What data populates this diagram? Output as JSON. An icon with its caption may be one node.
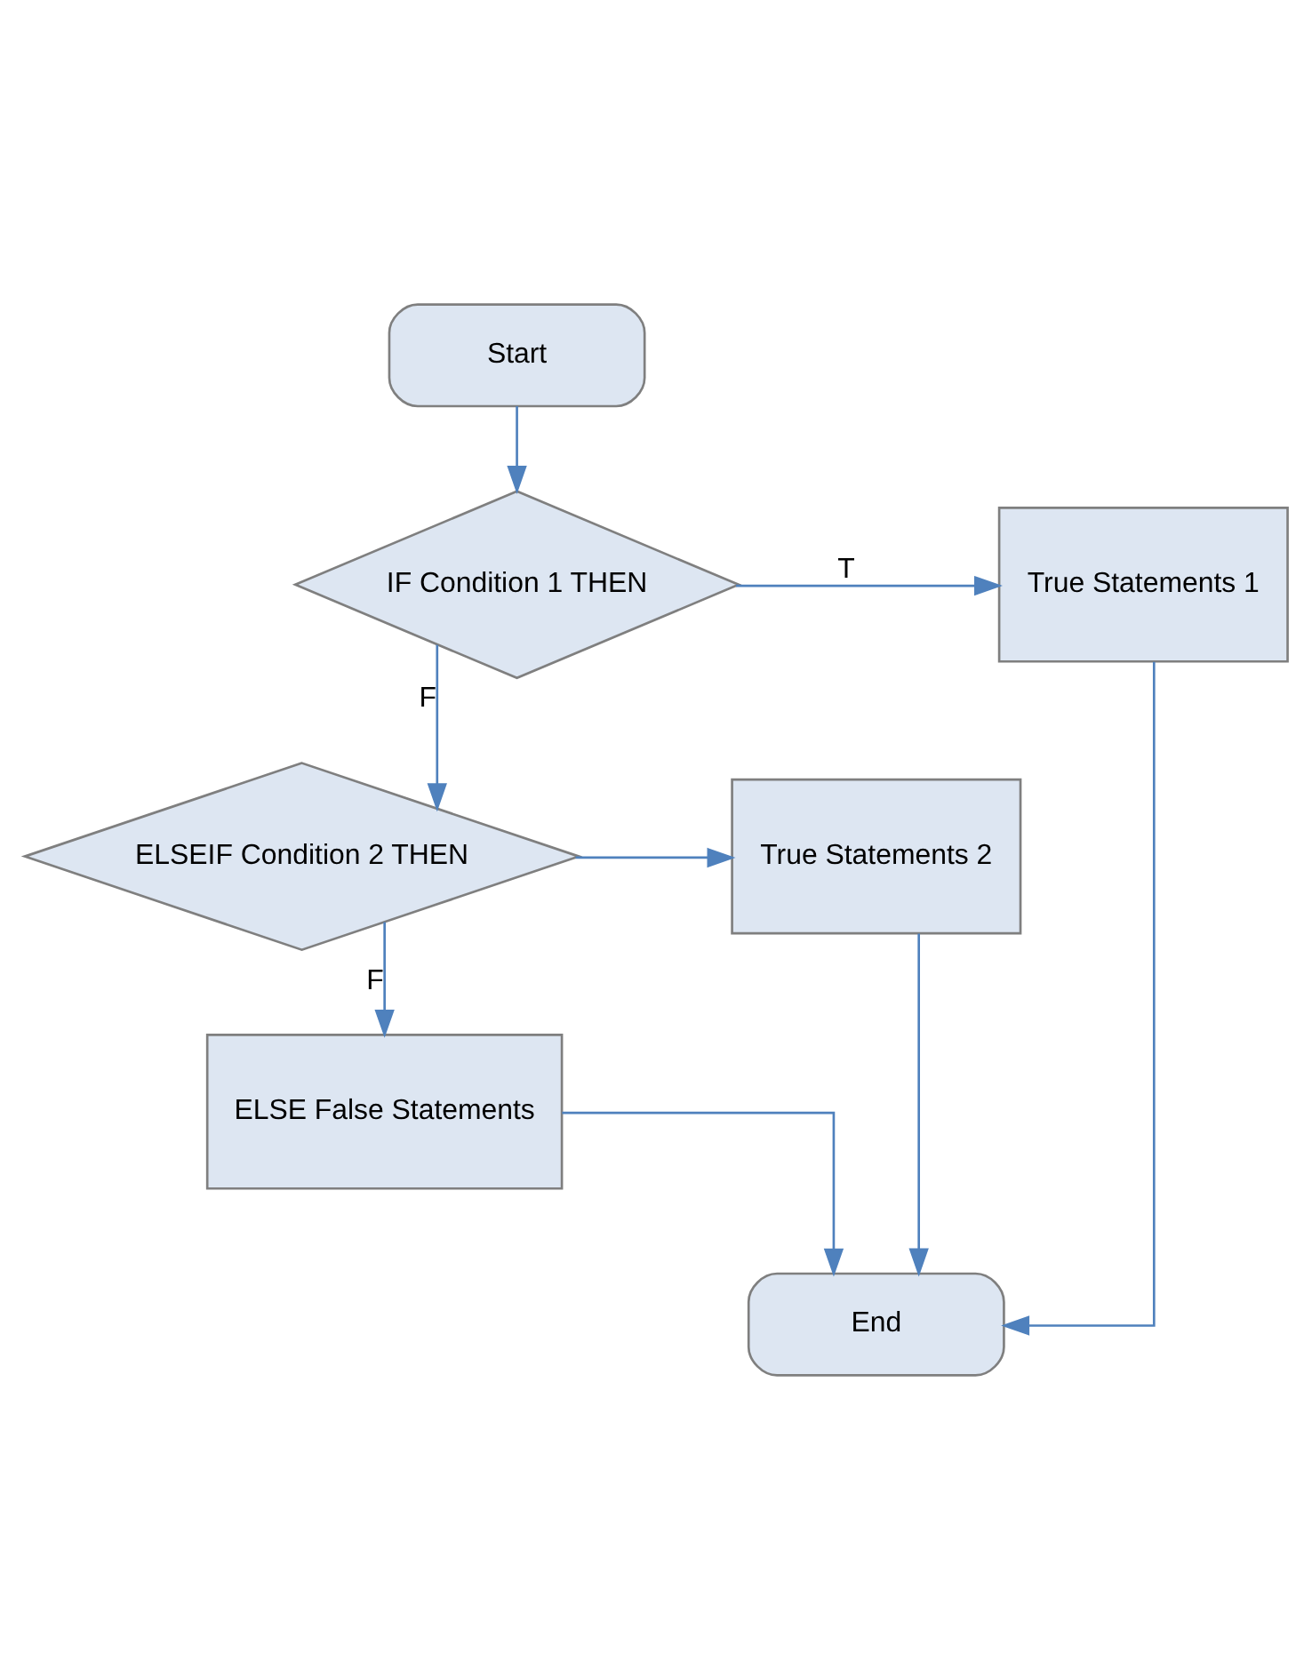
{
  "diagram": {
    "nodes": [
      {
        "text": [
          "Start"
        ]
      },
      {
        "text": [
          "IF Condition 1 THEN"
        ]
      },
      {
        "text": [
          "True Statements 1"
        ]
      },
      {
        "text": [
          "ELSEIF Condition 2 THEN"
        ]
      },
      {
        "text": [
          "True Statements 2"
        ]
      },
      {
        "text": [
          "ELSE False Statements"
        ]
      },
      {
        "text": [
          "End"
        ]
      }
    ],
    "edges": [
      {
        "from": 0,
        "to": 1,
        "arrow": "to"
      },
      {
        "from": 1,
        "to": 2,
        "label": "T",
        "arrow": "to"
      },
      {
        "from": 1,
        "to": 3,
        "label": "F",
        "arrow": "to"
      },
      {
        "from": 3,
        "to": 4,
        "arrow": "to"
      },
      {
        "from": 3,
        "to": 5,
        "label": "F",
        "arrow": "to"
      },
      {
        "from": 2,
        "to": 6,
        "arrow": "to"
      },
      {
        "from": 4,
        "to": 6,
        "arrow": "to"
      },
      {
        "from": 5,
        "to": 6,
        "arrow": "to"
      }
    ]
  }
}
